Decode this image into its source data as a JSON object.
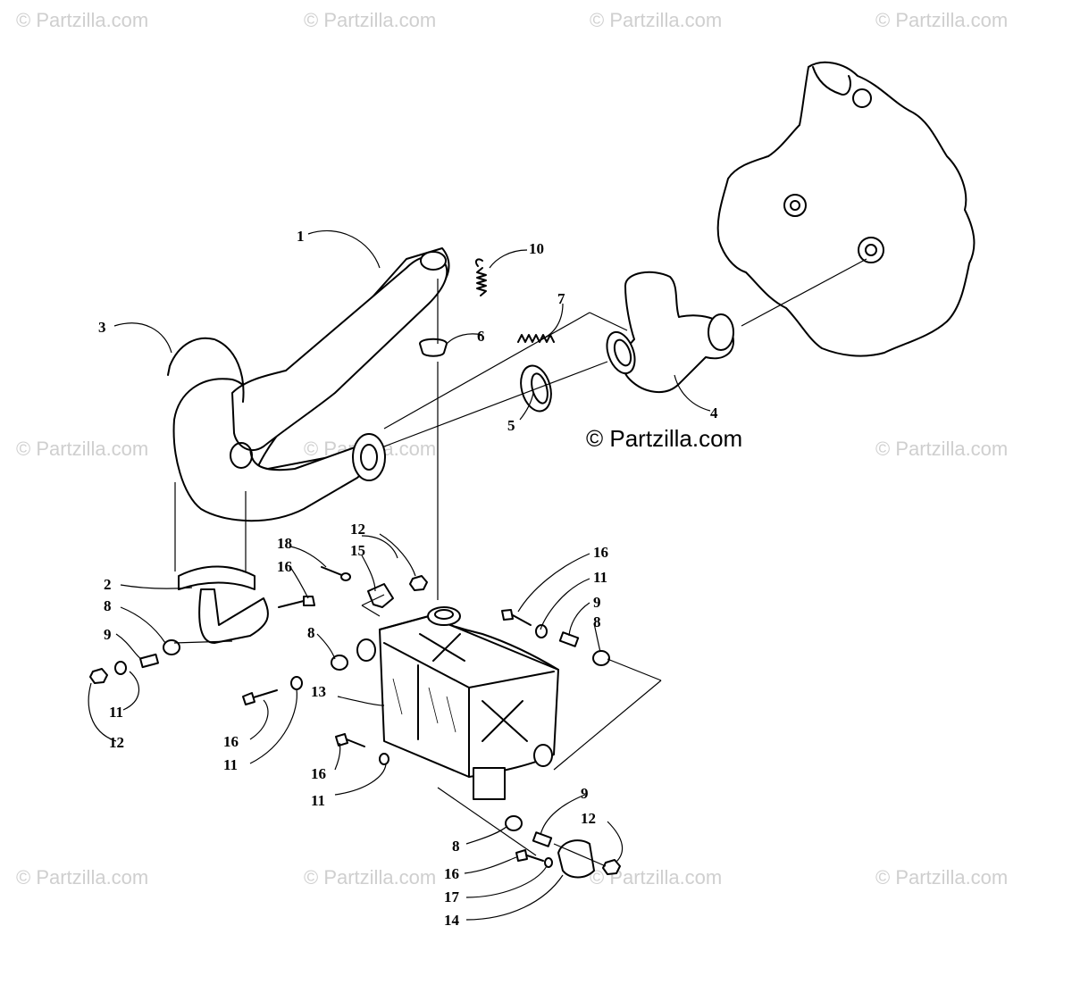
{
  "watermark": {
    "small": "© Partzilla.com",
    "main": "© Partzilla.com"
  },
  "callouts": {
    "c1": "1",
    "c2": "2",
    "c3": "3",
    "c4": "4",
    "c5": "5",
    "c6": "6",
    "c7": "7",
    "c8a": "8",
    "c8b": "8",
    "c8c": "8",
    "c8d": "8",
    "c9a": "9",
    "c9b": "9",
    "c9c": "9",
    "c10": "10",
    "c11a": "11",
    "c11b": "11",
    "c11c": "11",
    "c11d": "11",
    "c12a": "12",
    "c12b": "12",
    "c12c": "12",
    "c13": "13",
    "c14": "14",
    "c15": "15",
    "c16a": "16",
    "c16b": "16",
    "c16c": "16",
    "c16d": "16",
    "c16e": "16",
    "c17": "17",
    "c18": "18"
  }
}
